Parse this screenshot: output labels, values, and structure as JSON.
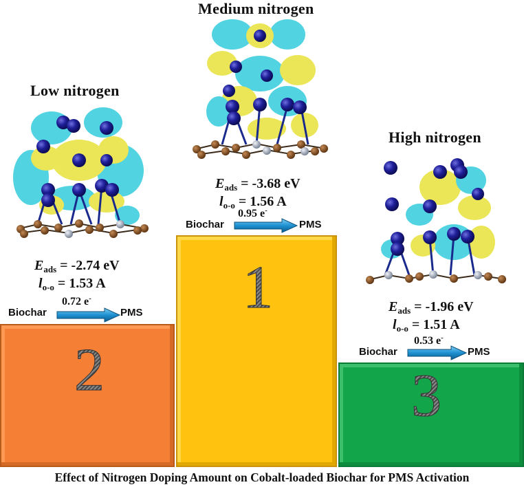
{
  "caption": "Effect of Nitrogen Doping Amount on Cobalt-loaded Biochar for PMS Activation",
  "colors": {
    "low": "#F47F35",
    "medium": "#FFC20E",
    "high": "#12A54A",
    "arrow": "#1E90D0",
    "cyan_isosurface": "#33CCDD",
    "yellow_isosurface": "#E8E23A",
    "nitrogen_atom": "#1A1A8C",
    "carbon_atom": "#8B5A2B",
    "cobalt_atom": "#B0B8C8"
  },
  "panels": [
    {
      "id": "low",
      "title": "Low nitrogen",
      "rank": "2",
      "eads_symbol": "E",
      "eads_sub": "ads",
      "eads_value": " = -2.74 eV",
      "loo_symbol": "l",
      "loo_sub": "o-o",
      "loo_value": " = 1.53 A",
      "donor": "Biochar",
      "acceptor": "PMS",
      "charge": "0.72 e",
      "charge_sup": "-"
    },
    {
      "id": "medium",
      "title": "Medium nitrogen",
      "rank": "1",
      "eads_symbol": "E",
      "eads_sub": "ads",
      "eads_value": " = -3.68 eV",
      "loo_symbol": "l",
      "loo_sub": "o-o",
      "loo_value": " = 1.56 A",
      "donor": "Biochar",
      "acceptor": "PMS",
      "charge": "0.95 e",
      "charge_sup": "-"
    },
    {
      "id": "high",
      "title": "High nitrogen",
      "rank": "3",
      "eads_symbol": "E",
      "eads_sub": "ads",
      "eads_value": " = -1.96 eV",
      "loo_symbol": "l",
      "loo_sub": "o-o",
      "loo_value": " = 1.51 A",
      "donor": "Biochar",
      "acceptor": "PMS",
      "charge": "0.53 e",
      "charge_sup": "-"
    }
  ]
}
